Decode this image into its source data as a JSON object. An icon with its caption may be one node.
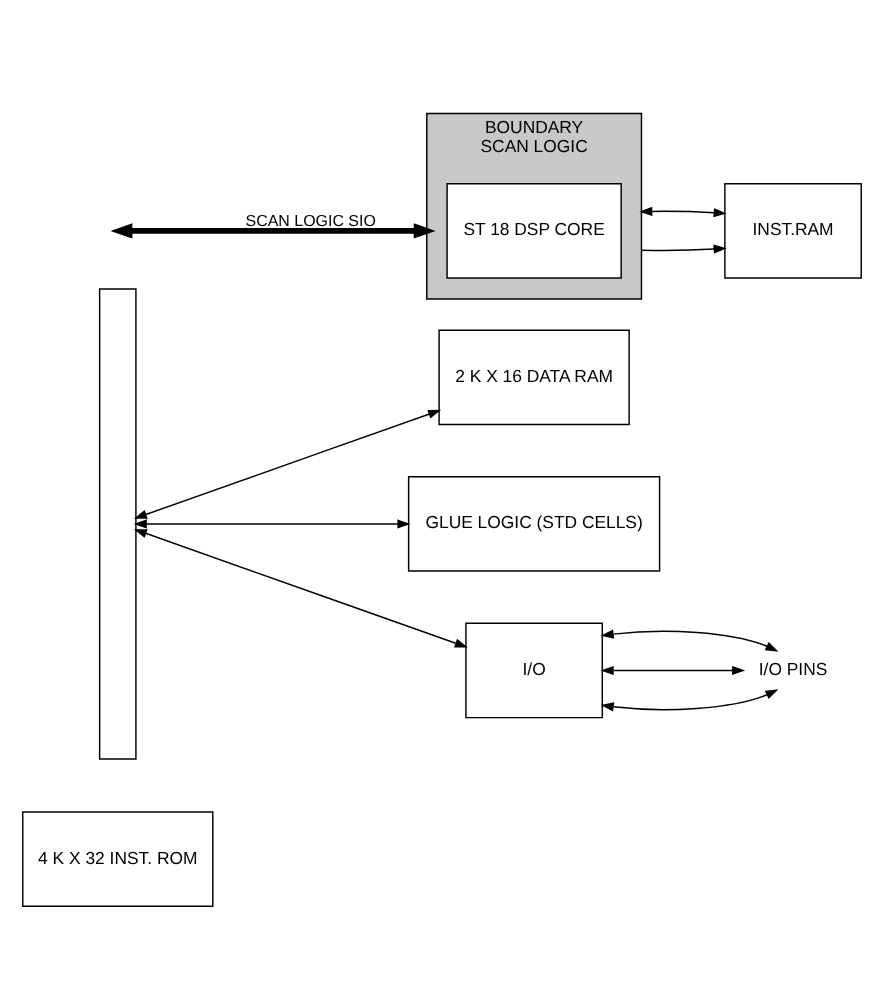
{
  "diagram": {
    "nodes": [
      {
        "text": [
          "4 K X 32 INST. ROM"
        ]
      },
      {
        "text": [],
        "shape": "bar"
      },
      {
        "text": [
          "2 K X 16 DATA RAM"
        ]
      },
      {
        "text": [
          "BOUNDARY",
          "SCAN LOGIC"
        ]
      },
      {
        "text": [
          "ST 18 DSP CORE"
        ],
        "in": 3
      },
      {
        "text": [
          "GLUE LOGIC (STD CELLS)"
        ]
      },
      {
        "text": [
          "INST.RAM"
        ]
      },
      {
        "text": [
          "I/O"
        ]
      },
      {
        "text": [
          "I/O PINS"
        ]
      }
    ],
    "edges": [
      {
        "from": null,
        "to": 3,
        "arrow": "both",
        "label": "SCAN LOGIC SIO",
        "style": "thick"
      },
      {
        "from": 1,
        "to": 2,
        "arrow": "both"
      },
      {
        "from": 1,
        "to": 5,
        "arrow": "both"
      },
      {
        "from": 1,
        "to": 7,
        "arrow": "both"
      },
      {
        "from": 3,
        "to": 6,
        "arrow": "to"
      },
      {
        "from": 3,
        "to": 6,
        "arrow": "both"
      },
      {
        "from": 7,
        "to": 8,
        "arrow": "both"
      },
      {
        "from": 7,
        "to": 8,
        "arrow": "both"
      },
      {
        "from": 7,
        "to": 8,
        "arrow": "both"
      }
    ]
  }
}
